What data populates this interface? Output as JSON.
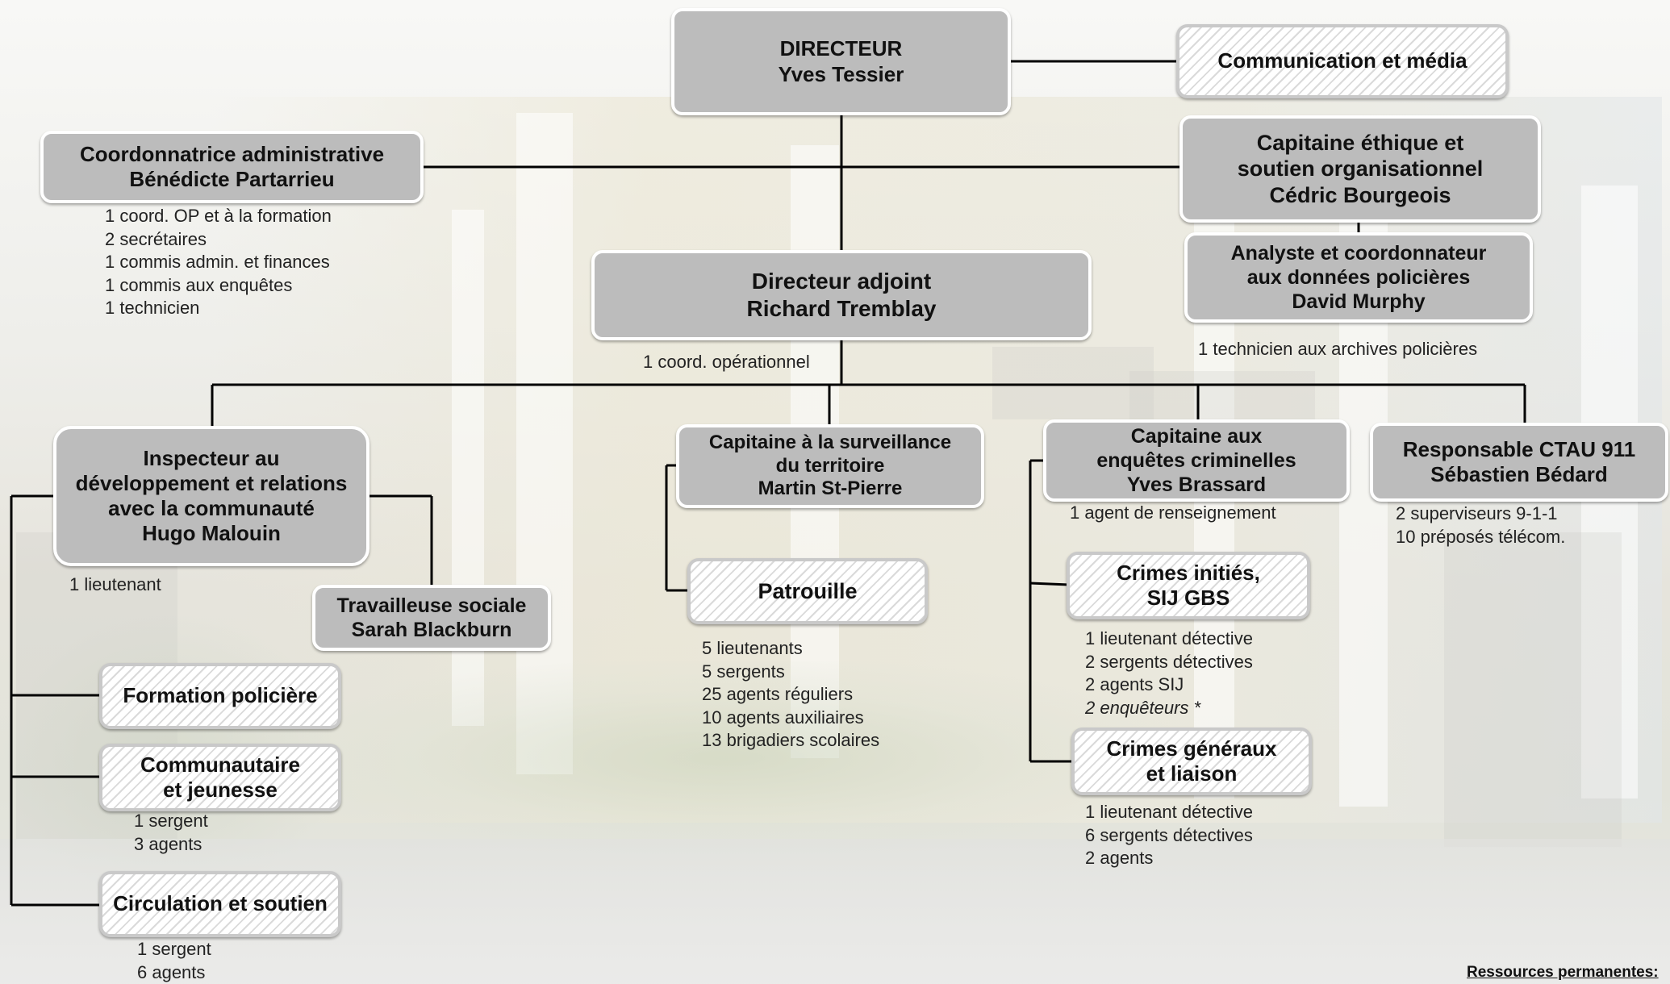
{
  "directeur": {
    "l1": "DIRECTEUR",
    "l2": "Yves Tessier"
  },
  "communication": {
    "l1": "Communication et média"
  },
  "coordonnatrice": {
    "l1": "Coordonnatrice administrative",
    "l2": "Bénédicte Partarrieu"
  },
  "coordonnatrice_staff": [
    "1 coord. OP et à la formation",
    "2 secrétaires",
    "1 commis admin. et finances",
    "1 commis aux enquêtes",
    "1 technicien"
  ],
  "capitaine_ethique": {
    "l1": "Capitaine éthique et",
    "l2": "soutien organisationnel",
    "l3": "Cédric Bourgeois"
  },
  "analyste": {
    "l1": "Analyste et coordonnateur",
    "l2": "aux données policières",
    "l3": "David Murphy"
  },
  "analyste_staff": "1 technicien aux archives policières",
  "adjoint": {
    "l1": "Directeur adjoint",
    "l2": "Richard Tremblay"
  },
  "adjoint_staff": "1 coord. opérationnel",
  "inspecteur": {
    "l1": "Inspecteur au",
    "l2": "développement et relations",
    "l3": "avec la communauté",
    "l4": "Hugo Malouin"
  },
  "inspecteur_staff": "1 lieutenant",
  "travailleuse": {
    "l1": "Travailleuse sociale",
    "l2": "Sarah Blackburn"
  },
  "formation": {
    "l1": "Formation policière"
  },
  "communautaire": {
    "l1": "Communautaire",
    "l2": "et jeunesse"
  },
  "communautaire_staff": [
    "1 sergent",
    "3 agents"
  ],
  "circulation": {
    "l1": "Circulation et soutien"
  },
  "circulation_staff": [
    "1 sergent",
    "6 agents"
  ],
  "surveillance": {
    "l1": "Capitaine à la surveillance",
    "l2": "du territoire",
    "l3": "Martin St-Pierre"
  },
  "patrouille": {
    "l1": "Patrouille"
  },
  "patrouille_staff": [
    "5 lieutenants",
    "5 sergents",
    "25 agents  réguliers",
    "10 agents  auxiliaires",
    "13 brigadiers scolaires"
  ],
  "enquetes": {
    "l1": "Capitaine aux",
    "l2": "enquêtes criminelles",
    "l3": "Yves Brassard"
  },
  "enquetes_staff": "1 agent de renseignement",
  "crimes_inities": {
    "l1": "Crimes initiés,",
    "l2": "SIJ GBS"
  },
  "crimes_inities_staff": [
    "1 lieutenant  détective",
    "2 sergents  détectives",
    "2 agents  SIJ",
    "2 enquêteurs  *"
  ],
  "crimes_generaux": {
    "l1": "Crimes généraux",
    "l2": "et liaison"
  },
  "crimes_generaux_staff": [
    "1 lieutenant  détective",
    "6 sergents  détectives",
    "2 agents"
  ],
  "ctau": {
    "l1": "Responsable CTAU 911",
    "l2": "Sébastien Bédard"
  },
  "ctau_staff": [
    "2 superviseurs  9-1-1",
    "10 préposés  télécom."
  ],
  "footer": "Ressources permanentes:"
}
